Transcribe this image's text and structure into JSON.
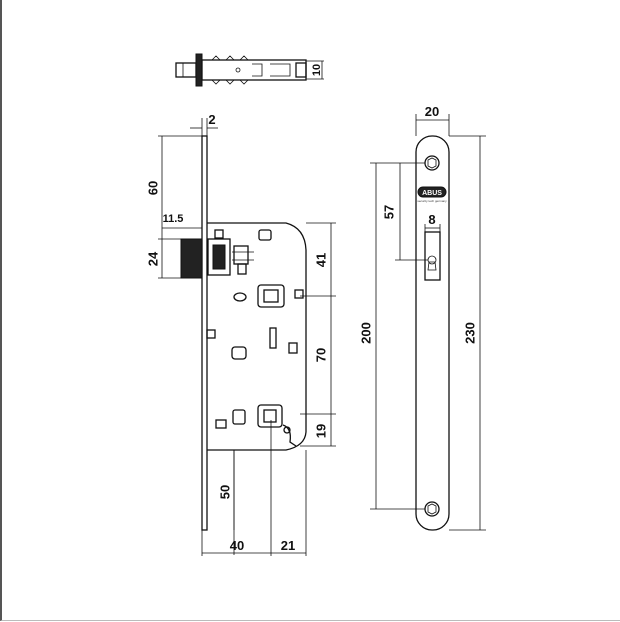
{
  "dimensions": {
    "faceplate_thickness": "2",
    "backset_bolt_offset": "11.5",
    "faceplate_top": "60",
    "bolt_height": "24",
    "follower_top": "41",
    "center_distance": "70",
    "lower_follower": "19",
    "bottom_offset": "50",
    "backset": "40",
    "rear_offset": "21",
    "strike_width": "20",
    "hole_spacing_top": "57",
    "slot_width": "8",
    "screw_spacing": "200",
    "faceplate_length": "230",
    "top_view_thickness": "10"
  },
  "logo": {
    "brand": "ABUS",
    "tagline": "security tech germany"
  }
}
